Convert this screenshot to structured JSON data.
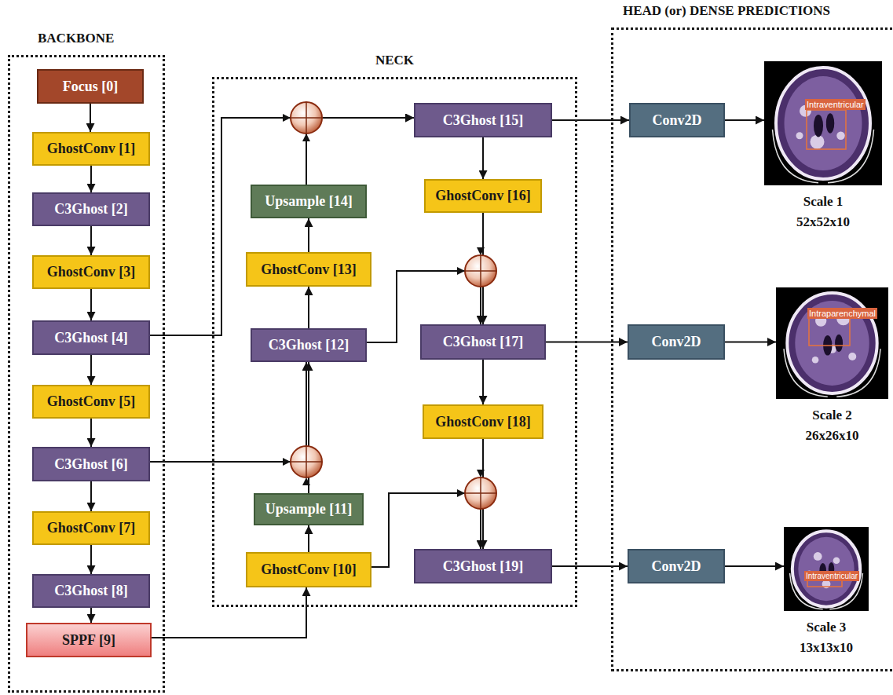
{
  "diagram": {
    "nodes": [
      {
        "text": [
          "BACKBONE"
        ]
      },
      {
        "text": [
          "Focus [0]"
        ],
        "in": 0
      },
      {
        "text": [
          "GhostConv [1]"
        ],
        "in": 0
      },
      {
        "text": [
          "C3Ghost [2]"
        ],
        "in": 0
      },
      {
        "text": [
          "GhostConv [3]"
        ],
        "in": 0
      },
      {
        "text": [
          "C3Ghost [4]"
        ],
        "in": 0
      },
      {
        "text": [
          "GhostConv [5]"
        ],
        "in": 0
      },
      {
        "text": [
          "C3Ghost [6]"
        ],
        "in": 0
      },
      {
        "text": [
          "GhostConv [7]"
        ],
        "in": 0
      },
      {
        "text": [
          "C3Ghost [8]"
        ],
        "in": 0
      },
      {
        "text": [
          "SPPF [9]"
        ],
        "in": 0
      },
      {
        "text": [
          "NECK"
        ]
      },
      {
        "text": [
          "GhostConv [10]"
        ],
        "in": 11
      },
      {
        "text": [
          "Upsample [11]"
        ],
        "in": 11
      },
      {
        "text": [
          "C3Ghost [12]"
        ],
        "in": 11
      },
      {
        "text": [
          "GhostConv [13]"
        ],
        "in": 11
      },
      {
        "text": [
          "Upsample [14]"
        ],
        "in": 11
      },
      {
        "text": [
          "C3Ghost [15]"
        ],
        "in": 11
      },
      {
        "text": [
          "GhostConv [16]"
        ],
        "in": 11
      },
      {
        "text": [
          "C3Ghost [17]"
        ],
        "in": 11
      },
      {
        "text": [
          "GhostConv [18]"
        ],
        "in": 11
      },
      {
        "text": [
          "C3Ghost [19]"
        ],
        "in": 11
      },
      {
        "text": [
          "HEAD (or) DENSE PREDICTIONS"
        ]
      },
      {
        "text": [
          "Conv2D"
        ],
        "in": 22
      },
      {
        "text": [
          "Intraventricular",
          "Scale 1 52x52x10"
        ],
        "in": 22
      },
      {
        "text": [
          "Conv2D"
        ],
        "in": 22
      },
      {
        "text": [
          "Intraparenchymal",
          "Scale 2 26x26x10"
        ],
        "in": 22
      },
      {
        "text": [
          "Conv2D"
        ],
        "in": 22
      },
      {
        "text": [
          "Intraventricular",
          "Scale 3 13x13x10"
        ],
        "in": 22
      }
    ],
    "edges": [
      {
        "from": 1,
        "to": 2,
        "arrow": "to"
      },
      {
        "from": 2,
        "to": 3,
        "arrow": "to"
      },
      {
        "from": 3,
        "to": 4,
        "arrow": "to"
      },
      {
        "from": 4,
        "to": 5,
        "arrow": "to"
      },
      {
        "from": 5,
        "to": 6,
        "arrow": "to"
      },
      {
        "from": 6,
        "to": 7,
        "arrow": "to"
      },
      {
        "from": 7,
        "to": 8,
        "arrow": "to"
      },
      {
        "from": 8,
        "to": 9,
        "arrow": "to"
      },
      {
        "from": 9,
        "to": 10,
        "arrow": "to"
      },
      {
        "from": 10,
        "to": 12,
        "arrow": "to"
      },
      {
        "from": 12,
        "to": 13,
        "arrow": "to"
      },
      {
        "from": 13,
        "to": 14,
        "arrow": "to"
      },
      {
        "from": 7,
        "to": 14,
        "arrow": "to"
      },
      {
        "from": 14,
        "to": 15,
        "arrow": "to"
      },
      {
        "from": 15,
        "to": 16,
        "arrow": "to"
      },
      {
        "from": 16,
        "to": 17,
        "arrow": "to"
      },
      {
        "from": 5,
        "to": 17,
        "arrow": "to"
      },
      {
        "from": 17,
        "to": 18,
        "arrow": "to"
      },
      {
        "from": 18,
        "to": 19,
        "arrow": "to"
      },
      {
        "from": 14,
        "to": 19,
        "arrow": "to"
      },
      {
        "from": 19,
        "to": 20,
        "arrow": "to"
      },
      {
        "from": 20,
        "to": 21,
        "arrow": "to"
      },
      {
        "from": 12,
        "to": 21,
        "arrow": "to"
      },
      {
        "from": 17,
        "to": 23,
        "arrow": "to"
      },
      {
        "from": 23,
        "to": 24,
        "arrow": "to"
      },
      {
        "from": 19,
        "to": 25,
        "arrow": "to"
      },
      {
        "from": 25,
        "to": 26,
        "arrow": "to"
      },
      {
        "from": 21,
        "to": 27,
        "arrow": "to"
      },
      {
        "from": 27,
        "to": 28,
        "arrow": "to"
      }
    ]
  }
}
